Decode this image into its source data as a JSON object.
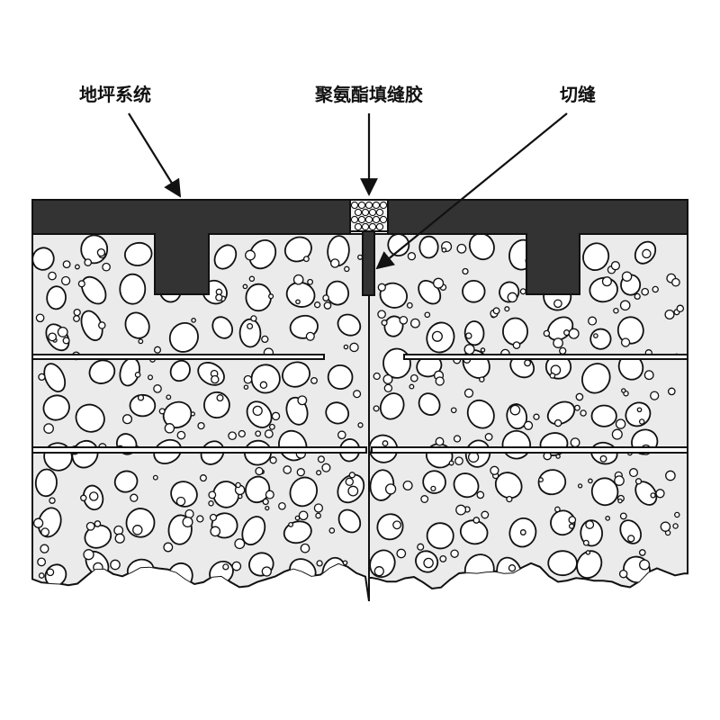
{
  "labels": {
    "floor_system": "地坪系统",
    "sealant": "聚氨酯填缝胶",
    "saw_cut": "切缝"
  },
  "colors": {
    "background": "#ffffff",
    "floor_coating": "#333333",
    "concrete_fill": "#ebebeb",
    "outline": "#111111",
    "sealant_fill": "#f4f4f4"
  }
}
